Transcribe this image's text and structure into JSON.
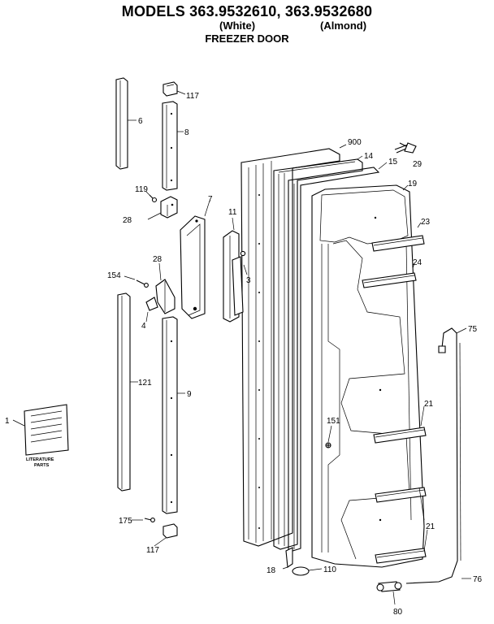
{
  "header": {
    "models": "MODELS 363.9532610, 363.9532680",
    "variant_white": "(White)",
    "variant_almond": "(Almond)",
    "subtitle": "FREEZER DOOR"
  },
  "parts": {
    "p1": "1",
    "p3": "3",
    "p4": "4",
    "p6": "6",
    "p7": "7",
    "p8": "8",
    "p9": "9",
    "p11": "11",
    "p14": "14",
    "p15": "15",
    "p18": "18",
    "p19": "19",
    "p21a": "21",
    "p21b": "21",
    "p23": "23",
    "p24": "24",
    "p28a": "28",
    "p28b": "28",
    "p29": "29",
    "p75": "75",
    "p76": "76",
    "p80": "80",
    "p110": "110",
    "p117a": "117",
    "p117b": "117",
    "p119": "119",
    "p121": "121",
    "p151": "151",
    "p154": "154",
    "p175": "175",
    "p900": "900"
  },
  "literature": {
    "line1": "LITERATURE",
    "line2": "PARTS"
  }
}
